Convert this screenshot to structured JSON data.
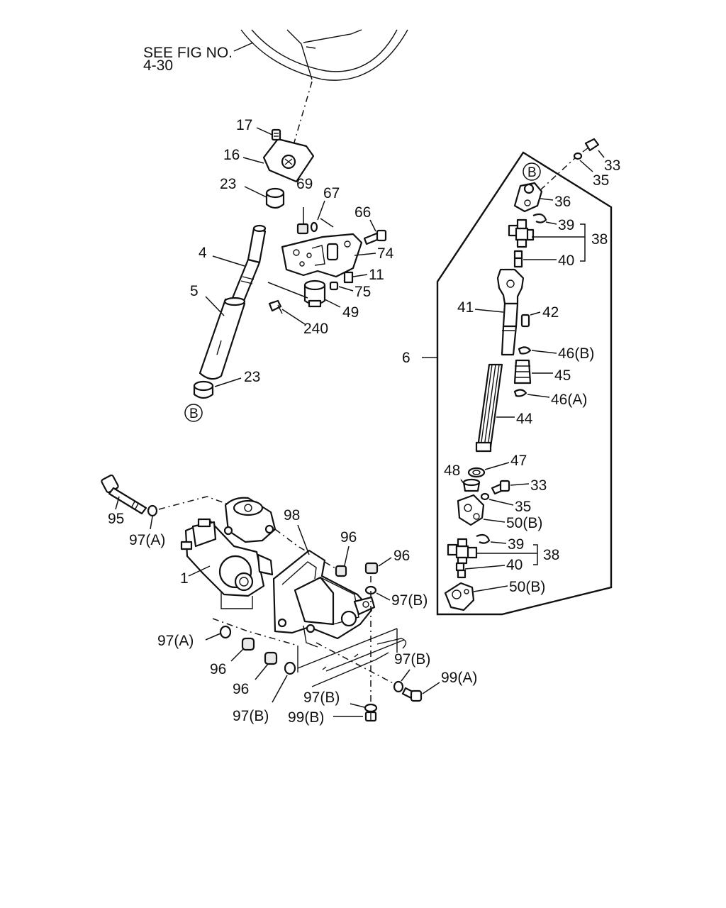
{
  "diagram": {
    "see_fig": {
      "line1": "SEE FIG NO.",
      "line2": "4-30"
    },
    "callouts": {
      "c17": "17",
      "c16": "16",
      "c23a": "23",
      "c69": "69",
      "c67": "67",
      "c66": "66",
      "c74": "74",
      "c11": "11",
      "c75": "75",
      "c49": "49",
      "c240": "240",
      "c4": "4",
      "c5": "5",
      "c23b": "23",
      "c95": "95",
      "c97a1": "97(A)",
      "c98": "98",
      "c96a": "96",
      "c96b": "96",
      "c1": "1",
      "c97b1": "97(B)",
      "c97a2": "97(A)",
      "c96c": "96",
      "c96d": "96",
      "c97b2": "97(B)",
      "c97b3": "97(B)",
      "c99a": "99(A)",
      "c97b4": "97(B)",
      "c99b": "99(B)",
      "c33a": "33",
      "c35a": "35",
      "c36": "36",
      "c39a": "39",
      "c38a": "38",
      "c40a": "40",
      "c41": "41",
      "c42": "42",
      "c6": "6",
      "c46b": "46(B)",
      "c45": "45",
      "c46a": "46(A)",
      "c44": "44",
      "c47": "47",
      "c48": "48",
      "c33b": "33",
      "c35b": "35",
      "c50b1": "50(B)",
      "c39b": "39",
      "c38b": "38",
      "c40b": "40",
      "c50b2": "50(B)"
    },
    "ref_marks": {
      "b_top": "B",
      "b_bottom": "B"
    }
  }
}
